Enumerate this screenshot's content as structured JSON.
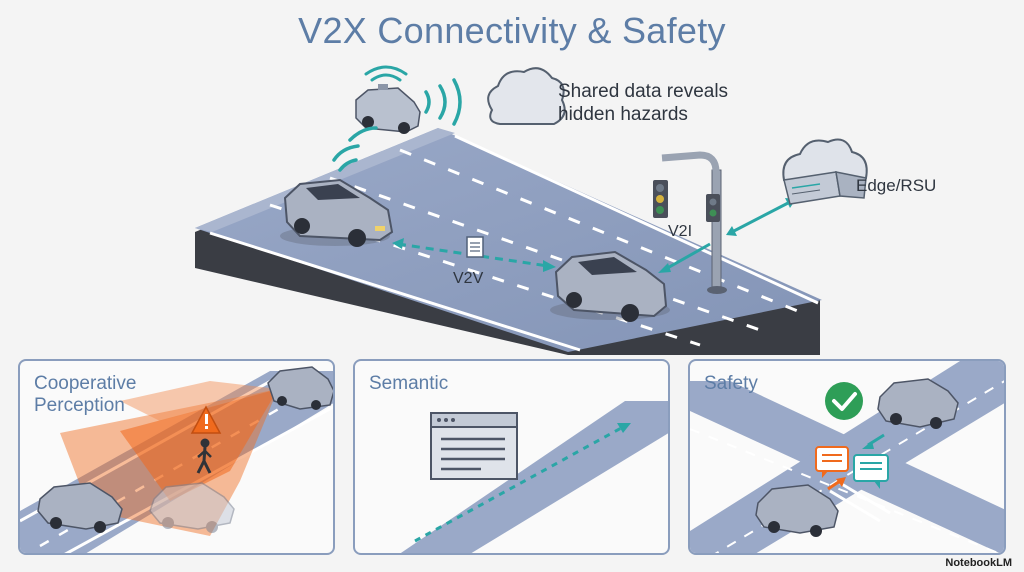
{
  "title": "V2X Connectivity & Safety",
  "caption": "Shared data reveals hidden hazards",
  "labels": {
    "v2v": "V2V",
    "v2i": "V2I",
    "edge": "Edge/RSU"
  },
  "panels": [
    {
      "title": "Cooperative Perception"
    },
    {
      "title": "Semantic"
    },
    {
      "title": "Safety"
    }
  ],
  "brand": "NotebookLM",
  "colors": {
    "accent": "#5d7da6",
    "link": "#2aa6a6",
    "hazard": "#f06a1d",
    "success": "#2e9e57",
    "road": "#8fa0c0"
  },
  "icons": [
    "wifi-signal-icon",
    "cloud-icon",
    "traffic-light-icon",
    "document-icon",
    "warning-icon",
    "pedestrian-icon",
    "checkmark-icon",
    "chat-bubble-icon",
    "browser-window-icon"
  ]
}
